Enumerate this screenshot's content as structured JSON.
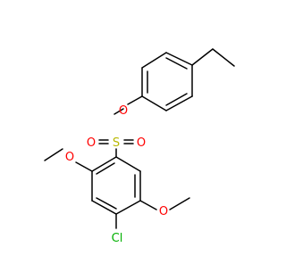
{
  "molecule": {
    "atoms": {
      "o_ester": "O",
      "s": "S",
      "o_sulfonyl_left": "O",
      "o_sulfonyl_right": "O",
      "o_methoxy_top": "O",
      "o_methoxy_bottom": "O",
      "cl": "Cl"
    },
    "colors": {
      "bond": "#000000",
      "oxygen": "#ff0000",
      "sulfur": "#b8b800",
      "chlorine": "#00b000"
    }
  }
}
